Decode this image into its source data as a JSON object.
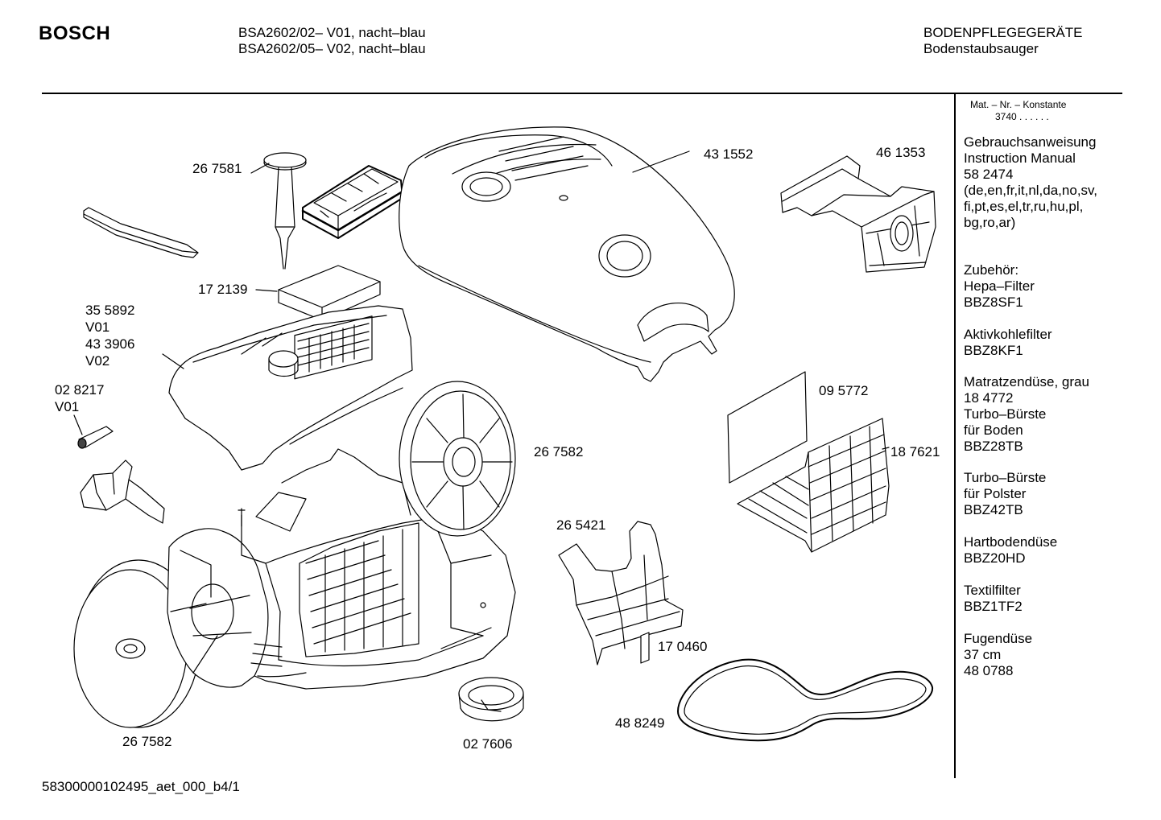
{
  "header": {
    "brand": "BOSCH",
    "model_line_1": "BSA2602/02– V01, nacht–blau",
    "model_line_2": "BSA2602/05– V02, nacht–blau",
    "category_line_1": "BODENPFLEGEGERÄTE",
    "category_line_2": "Bodenstaubsauger"
  },
  "parts": {
    "p_267581": "26 7581",
    "p_431552": "43 1552",
    "p_461353": "46 1353",
    "p_172139": "17 2139",
    "p_group_lines": [
      "35 5892",
      "V01",
      "43 3906",
      "V02"
    ],
    "p_028217_lines": [
      "02 8217",
      "V01"
    ],
    "p_095772": "09 5772",
    "p_187621": "18 7621",
    "p_267582_right": "26 7582",
    "p_265421": "26 5421",
    "p_170460": "17 0460",
    "p_488249": "48 8249",
    "p_267582_left": "26 7582",
    "p_027606": "02 7606"
  },
  "sidebar": {
    "mat_line_1": "Mat. – Nr. – Konstante",
    "mat_line_2": "3740  .  .    .  .  .  .",
    "blocks": [
      [
        "Gebrauchsanweisung",
        "Instruction Manual",
        "58 2474",
        "(de,en,fr,it,nl,da,no,sv,",
        "fi,pt,es,el,tr,ru,hu,pl,",
        "bg,ro,ar)"
      ],
      [
        "Zubehör:",
        "Hepa–Filter",
        "BBZ8SF1"
      ],
      [
        "Aktivkohlefilter",
        "BBZ8KF1"
      ],
      [
        "Matratzendüse, grau",
        "18 4772",
        "Turbo–Bürste",
        "für Boden",
        "BBZ28TB"
      ],
      [
        "Turbo–Bürste",
        "für Polster",
        "BBZ42TB"
      ],
      [
        "Hartbodendüse",
        "BBZ20HD"
      ],
      [
        "Textilfilter",
        "BBZ1TF2"
      ],
      [
        "Fugendüse",
        "37 cm",
        "48 0788"
      ]
    ]
  },
  "footer": {
    "doc_id": "58300000102495_aet_000_b4/1"
  }
}
